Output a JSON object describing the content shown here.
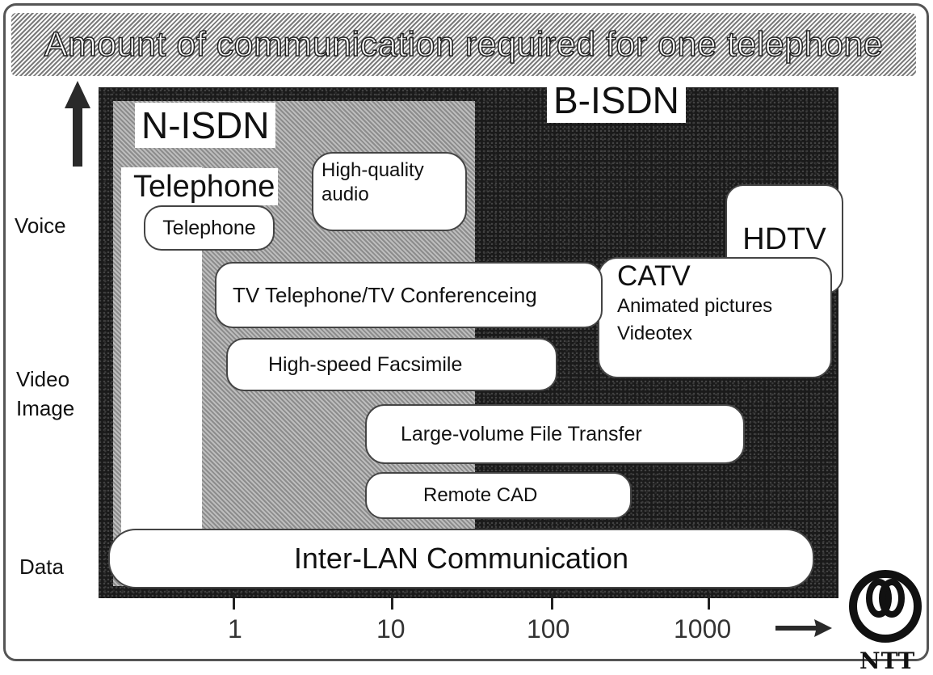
{
  "title": "Amount of communication required for one telephone",
  "network_labels": {
    "nisdn": "N-ISDN",
    "bisdn": "B-ISDN",
    "telephone": "Telephone"
  },
  "y_axis": {
    "categories": [
      "Voice",
      "Video",
      "Image",
      "Data"
    ]
  },
  "x_axis": {
    "ticks": [
      "1",
      "10",
      "100",
      "1000"
    ]
  },
  "services": {
    "telephone": "Telephone",
    "high_quality_audio_line1": "High-quality",
    "high_quality_audio_line2": "audio",
    "tv_telephone": "TV Telephone/TV Conferenceing",
    "catv": "CATV",
    "animated_pictures": "Animated pictures",
    "videotex": "Videotex",
    "hdtv": "HDTV",
    "high_speed_facsimile": "High-speed Facsimile",
    "large_volume_file_transfer": "Large-volume File Transfer",
    "remote_cad": "Remote CAD",
    "inter_lan": "Inter-LAN Communication"
  },
  "logo": {
    "text": "NTT"
  },
  "colors": {
    "bisdn_background": "#1a1a1a",
    "nisdn_background": "#a6a6a6",
    "box_background": "#ffffff"
  }
}
